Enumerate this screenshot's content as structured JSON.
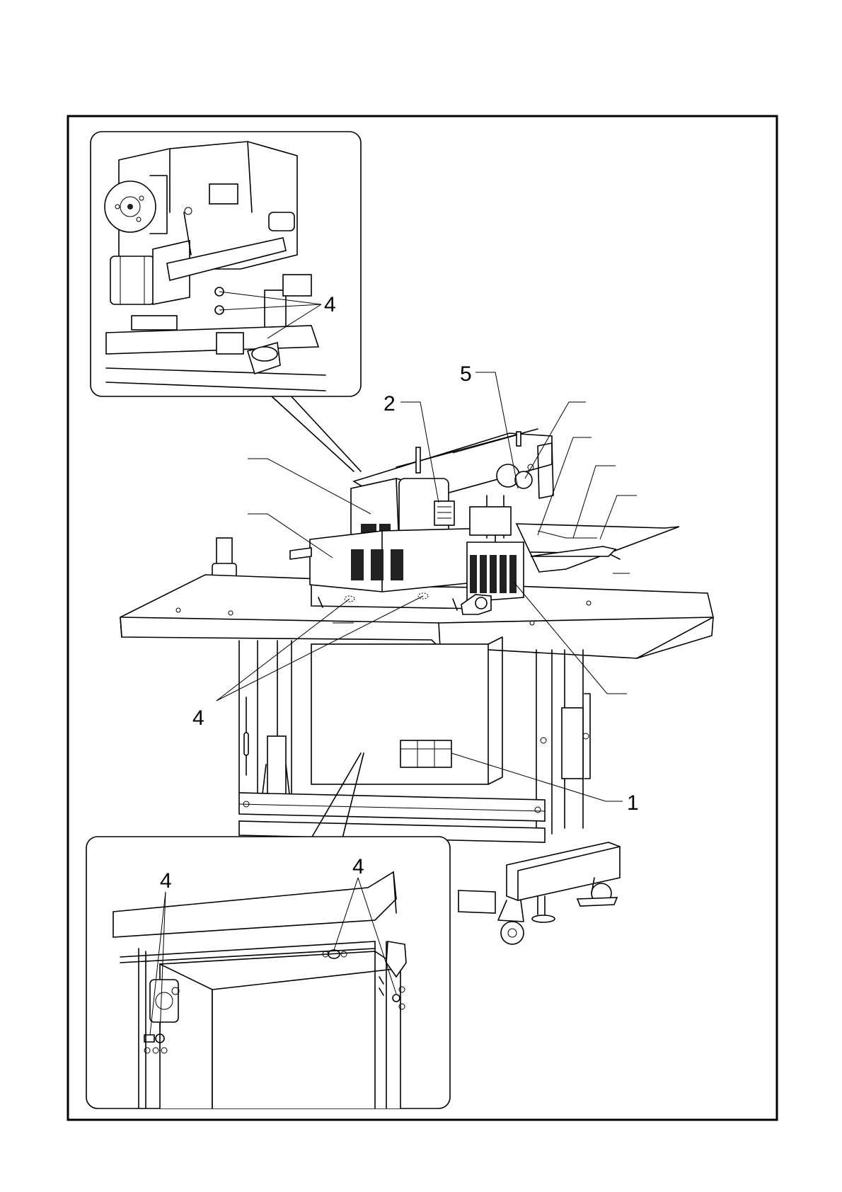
{
  "figure": {
    "callouts": {
      "label_1": "1",
      "label_2": "2",
      "label_4_top_inset": "4",
      "label_4_middle": "4",
      "label_4_bottom_left": "4",
      "label_4_bottom_right": "4",
      "label_5": "5"
    }
  }
}
